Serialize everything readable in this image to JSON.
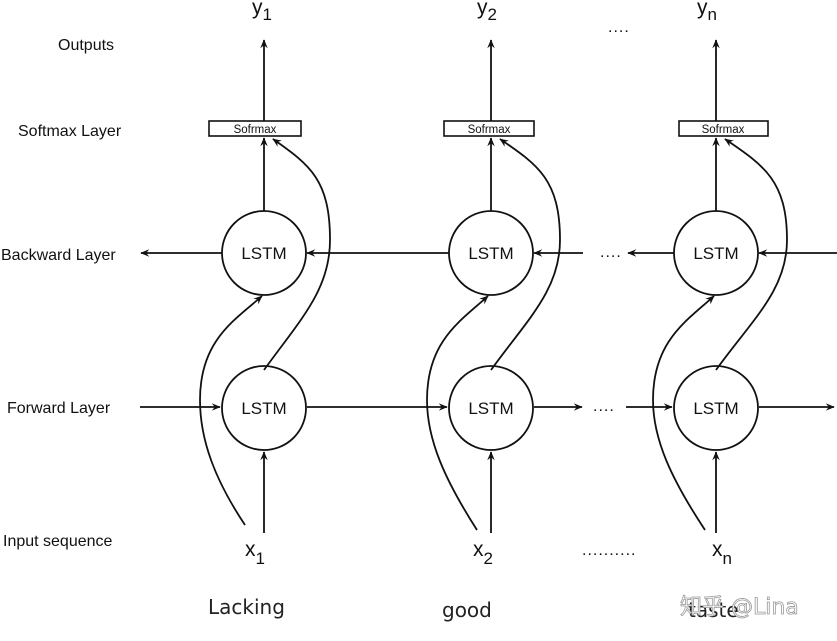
{
  "diagram": {
    "title": "Bidirectional LSTM",
    "row_labels": {
      "outputs": "Outputs",
      "softmax": "Softmax Layer",
      "backward": "Backward Layer",
      "forward": "Forward Layer",
      "input": "Input sequence"
    },
    "node_label": "LSTM",
    "softmax_label": "Sofrmax",
    "ellipsis_short": "....",
    "ellipsis_long": "..........",
    "columns": [
      {
        "output_symbol": "y",
        "output_subscript": "1",
        "input_symbol": "x",
        "input_subscript": "1",
        "word": "Lacking"
      },
      {
        "output_symbol": "y",
        "output_subscript": "2",
        "input_symbol": "x",
        "input_subscript": "2",
        "word": "good"
      },
      {
        "output_symbol": "y",
        "output_subscript": "n",
        "input_symbol": "x",
        "input_subscript": "n",
        "word": "taste"
      }
    ],
    "watermark": "知乎 @Lina"
  }
}
